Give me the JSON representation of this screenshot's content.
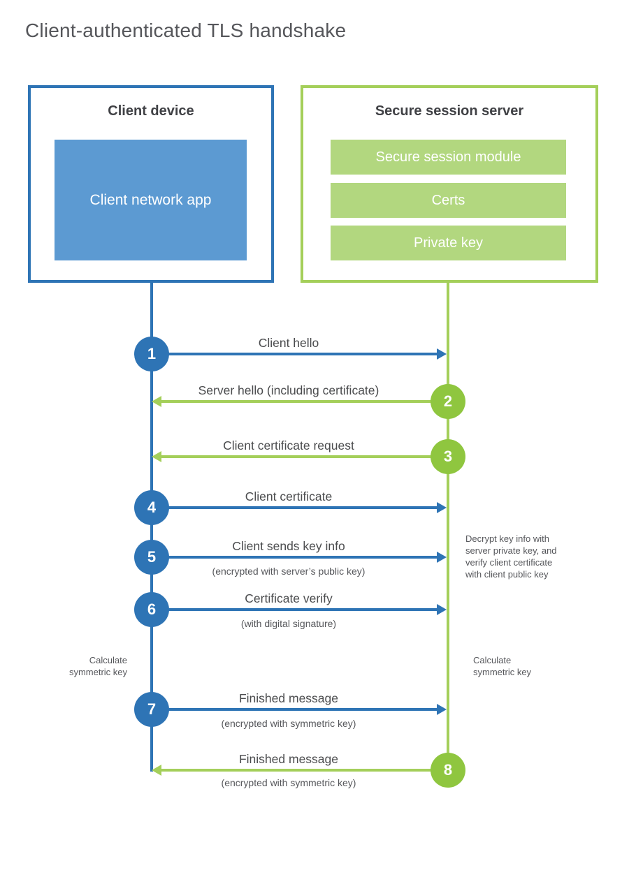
{
  "title": "Client-authenticated TLS handshake",
  "colors": {
    "blue": "#2e74b5",
    "blue-fill": "#5c9ad2",
    "green": "#8fc63f",
    "green-line": "#a4cf5a",
    "green-fill": "#b2d77f",
    "title-text": "#55565a",
    "header-text": "#404145",
    "label-text": "#4b4c4e",
    "note-text": "#56575b"
  },
  "client_box": {
    "title": "Client device",
    "app": "Client network app"
  },
  "server_box": {
    "title": "Secure session server",
    "modules": [
      "Secure session module",
      "Certs",
      "Private key"
    ]
  },
  "messages": [
    {
      "num": "1",
      "label": "Client hello",
      "direction": "client-to-server"
    },
    {
      "num": "2",
      "label": "Server hello (including certificate)",
      "direction": "server-to-client"
    },
    {
      "num": "3",
      "label": "Client certificate request",
      "direction": "server-to-client"
    },
    {
      "num": "4",
      "label": "Client certificate",
      "direction": "client-to-server"
    },
    {
      "num": "5",
      "label": "Client sends key info",
      "sub": "(encrypted with server’s public key)",
      "direction": "client-to-server"
    },
    {
      "num": "6",
      "label": "Certificate verify",
      "sub": "(with digital signature)",
      "direction": "client-to-server"
    },
    {
      "num": "7",
      "label": "Finished message",
      "sub": "(encrypted with symmetric key)",
      "direction": "client-to-server"
    },
    {
      "num": "8",
      "label": "Finished message",
      "sub": "(encrypted with symmetric key)",
      "direction": "server-to-client"
    }
  ],
  "notes": {
    "decrypt": "Decrypt key info with\nserver private key, and\nverify client certificate\nwith client public key",
    "calc_client": "Calculate\nsymmetric key",
    "calc_server": "Calculate\nsymmetric key"
  }
}
